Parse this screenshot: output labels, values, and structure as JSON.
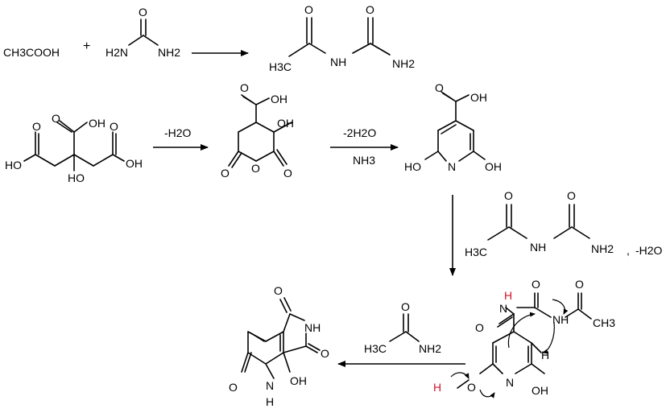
{
  "reaction1": {
    "acetic_acid": "CH3COOH",
    "plus": "+",
    "urea_left_nh2": "H2N",
    "urea_right_nh2": "NH2",
    "urea_o": "O",
    "product_o1": "O",
    "product_o2": "O",
    "product_ch3": "H3C",
    "product_nh": "NH",
    "product_nh2": "NH2"
  },
  "reaction2": {
    "citric": {
      "cooh_top": "OH",
      "cooh_top_o": "O",
      "oh_center": "HO",
      "cooh_left": "HO",
      "cooh_left_o": "O",
      "cooh_right": "OH",
      "cooh_right_o": "O"
    },
    "step1_reagent": "-H2O",
    "anhydride": {
      "cooh": "OH",
      "cooh_o": "O",
      "oh": "OH",
      "ring_o": "O",
      "o_left": "O",
      "o_right": "O"
    },
    "step2_reagent_1": "-2H2O",
    "step2_reagent_2": "NH3",
    "pyridine": {
      "cooh": "OH",
      "cooh_o": "O",
      "oh_left": "HO",
      "n": "N",
      "oh_right": "OH"
    }
  },
  "down_step": {
    "acetylurea_o1": "O",
    "acetylurea_o2": "O",
    "acetylurea_ch3": "H3C",
    "acetylurea_nh": "NH",
    "acetylurea_nh2": "NH2",
    "separator": ",",
    "water": "-H2O"
  },
  "intermediate": {
    "o_amide": "O",
    "n": "N",
    "h_red": "H",
    "o_carbonyl": "O",
    "nh": "NH",
    "o_acetyl": "O",
    "ch3": "CH3",
    "h_ring": "H",
    "h_red2": "H",
    "o_left": "O",
    "ring_n": "N",
    "oh_right": "OH"
  },
  "final_step": {
    "acetamide_o": "O",
    "acetamide_ch3": "H3C",
    "acetamide_nh2": "NH2"
  },
  "final_product": {
    "o_top": "O",
    "nh": "NH",
    "o_right": "O",
    "o_left": "O",
    "n_ring": "N",
    "h_ring": "H",
    "oh": "OH"
  },
  "colors": {
    "highlight": "#d0162b",
    "ink": "#000000"
  }
}
